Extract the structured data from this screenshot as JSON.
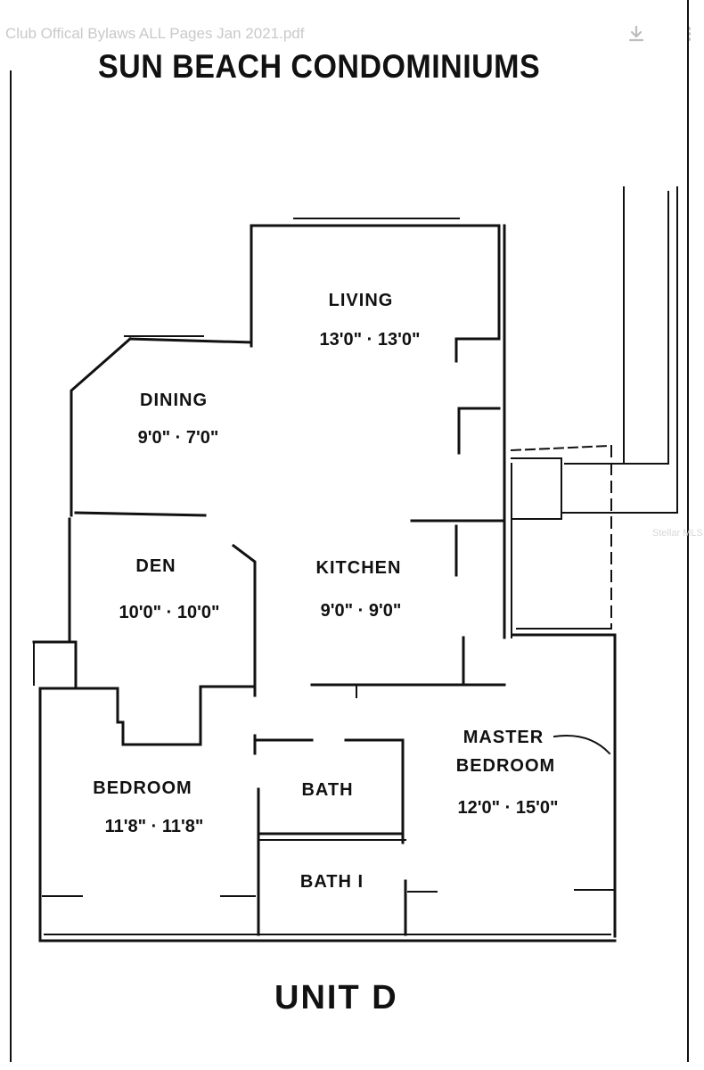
{
  "viewer": {
    "file_name": "Club Offical Bylaws ALL Pages Jan 2021.pdf",
    "download_icon": "download-icon",
    "more_icon": "more-vert-icon"
  },
  "document": {
    "title": "SUN BEACH CONDOMINIUMS",
    "unit": "UNIT  D",
    "watermark": "Stellar MLS"
  },
  "rooms": {
    "living": {
      "label": "LIVING",
      "dims": "13'0\" · 13'0\""
    },
    "dining": {
      "label": "DINING",
      "dims": "9'0\" · 7'0\""
    },
    "den": {
      "label": "DEN",
      "dims": "10'0\" · 10'0\""
    },
    "kitchen": {
      "label": "KITCHEN",
      "dims": "9'0\" · 9'0\""
    },
    "master": {
      "label_line1": "MASTER",
      "label_line2": "BEDROOM",
      "dims": "12'0\" · 15'0\""
    },
    "bedroom": {
      "label": "BEDROOM",
      "dims": "11'8\" · 11'8\""
    },
    "bath1": {
      "label": "BATH"
    },
    "bath2": {
      "label": "BATH I"
    }
  }
}
